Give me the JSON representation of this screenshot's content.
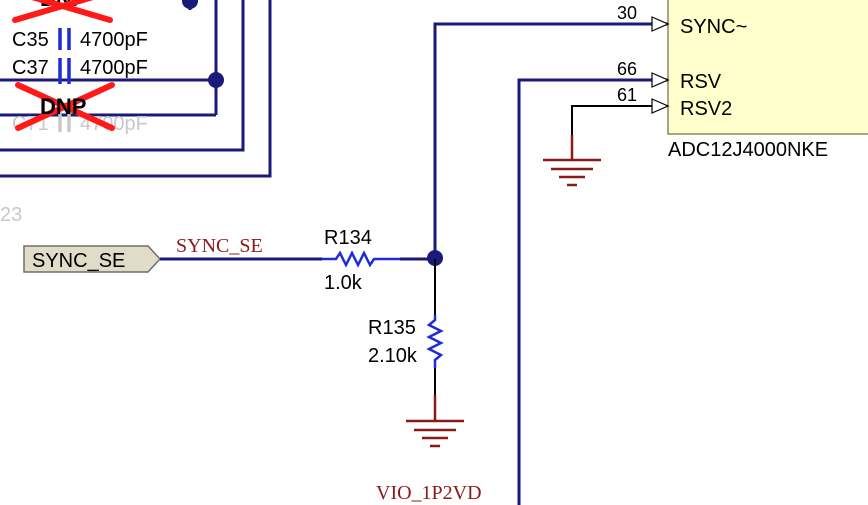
{
  "capacitors": [
    {
      "ref": "C35",
      "value": "4700pF"
    },
    {
      "ref": "C37",
      "value": "4700pF"
    },
    {
      "ref": "C71",
      "value": "4700pF",
      "faded": true
    }
  ],
  "dnp_marks": [
    "DNP",
    "DNP"
  ],
  "faded_number": "23",
  "port": {
    "label": "SYNC_SE"
  },
  "net_labels": {
    "sync_se": "SYNC_SE",
    "vio": "VIO_1P2VD"
  },
  "resistors": [
    {
      "ref": "R134",
      "value": "1.0k"
    },
    {
      "ref": "R135",
      "value": "2.10k"
    }
  ],
  "ic": {
    "part": "ADC12J4000NKE",
    "pins": [
      {
        "number": "30",
        "name": "SYNC~"
      },
      {
        "number": "66",
        "name": "RSV"
      },
      {
        "number": "61",
        "name": "RSV2"
      }
    ]
  },
  "colors": {
    "wire": "#1a1a7a",
    "net_label": "#8b1a1a",
    "ic_fill": "#ffffcc",
    "dnp": "#ff1a1a",
    "resistor": "#1f2bd6",
    "port_fill": "#e0dcc8"
  }
}
